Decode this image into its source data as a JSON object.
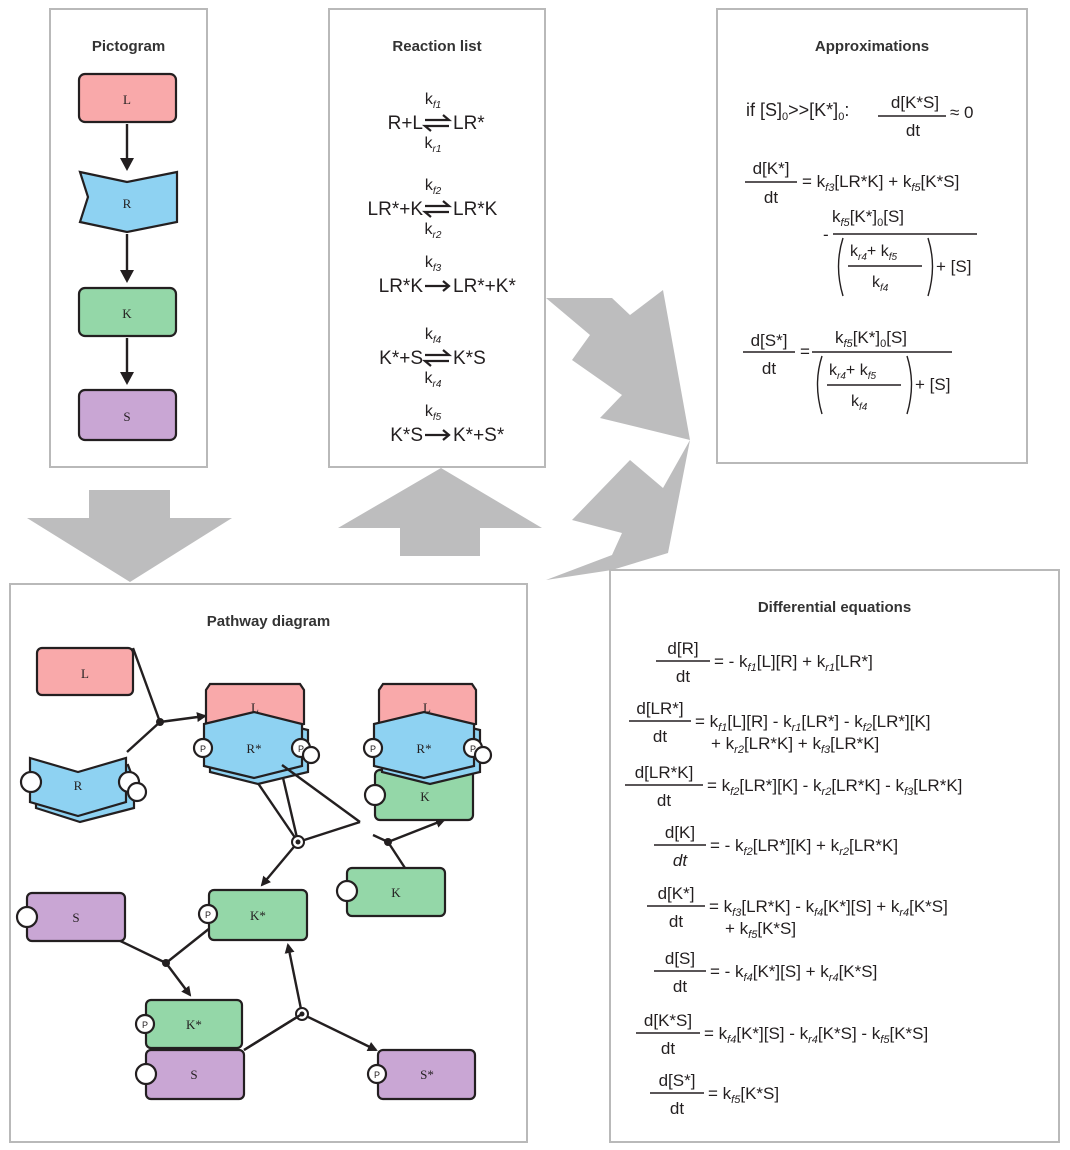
{
  "panels": {
    "pictogram": "Pictogram",
    "reaction_list": "Reaction list",
    "approximations": "Approximations",
    "pathway": "Pathway diagram",
    "differential": "Differential equations"
  },
  "pictogram_nodes": [
    "L",
    "R",
    "K",
    "S"
  ],
  "reactions": [
    {
      "left": "R+L",
      "right": "LR*",
      "kf": "f1",
      "kr": "r1",
      "reversible": true
    },
    {
      "left": "LR*+K",
      "right": "LR*K",
      "kf": "f2",
      "kr": "r2",
      "reversible": true
    },
    {
      "left": "LR*K",
      "right": "LR*+K*",
      "kf": "f3",
      "kr": "",
      "reversible": false
    },
    {
      "left": "K*+S",
      "right": "K*S",
      "kf": "f4",
      "kr": "r4",
      "reversible": true
    },
    {
      "left": "K*S",
      "right": "K*+S*",
      "kf": "f5",
      "kr": "",
      "reversible": false
    }
  ],
  "approximations": {
    "condition": "if [S]",
    "condition_sub": "0",
    "condition_mid": ">>[K*]",
    "condition_end": ":",
    "cond_frac_num": "d[K*S]",
    "cond_frac_den": "dt",
    "approx_zero": "≈ 0",
    "eq1_num": "d[K*]",
    "eq1_den": "dt",
    "eq1_rhs": "= k",
    "eq1_rhs_a": "f3",
    "eq1_rhs_b": "[LR*K] + k",
    "eq1_rhs_c": "f5",
    "eq1_rhs_d": "[K*S]",
    "minus": "-",
    "k_letter": "k",
    "f5": "f5",
    "f4": "f4",
    "r4": "r4",
    "k0s": "[K*]",
    "sub0": "0",
    "s_bracket": "[S]",
    "plus_s": "+ [S]",
    "plus": "+ k",
    "eq2_num": "d[S*]",
    "eq2_den": "dt",
    "equals": "="
  },
  "pathway_labels": {
    "L": "L",
    "R": "R",
    "R_star": "R*",
    "K": "K",
    "K_star": "K*",
    "S": "S",
    "S_star": "S*",
    "P": "P"
  },
  "differential_equations": [
    {
      "num": "d[R]",
      "den": "dt",
      "rhs": "= - k_f1[L][R] + k_r1[LR*]"
    },
    {
      "num": "d[LR*]",
      "den": "dt",
      "rhs": "= k_f1[L][R] - k_r1[LR*] - k_f2[LR*][K]",
      "rhs2": "+ k_r2[LR*K] + k_f3[LR*K]"
    },
    {
      "num": "d[LR*K]",
      "den": "dt",
      "rhs": "= k_f2[LR*][K] - k_r2[LR*K] - k_f3[LR*K]"
    },
    {
      "num": "d[K]",
      "den": "dt",
      "rhs": "= - k_f2[LR*][K] + k_r2[LR*K]"
    },
    {
      "num": "d[K*]",
      "den": "dt",
      "rhs": "= k_f3[LR*K] - k_f4[K*][S] + k_r4[K*S]",
      "rhs2": "+ k_f5[K*S]"
    },
    {
      "num": "d[S]",
      "den": "dt",
      "rhs": "= - k_f4[K*][S] + k_r4[K*S]"
    },
    {
      "num": "d[K*S]",
      "den": "dt",
      "rhs": "= k_f4[K*][S] - k_r4[K*S] - k_f5[K*S]"
    },
    {
      "num": "d[S*]",
      "den": "dt",
      "rhs": "= k_f5[K*S]"
    }
  ],
  "colors": {
    "L": "#f9a9aa",
    "R": "#8ed2f2",
    "K": "#94d7a8",
    "S": "#c9a6d4",
    "border": "#b9b9b9",
    "arrow": "#bdbdbe",
    "ink": "#231f20"
  }
}
